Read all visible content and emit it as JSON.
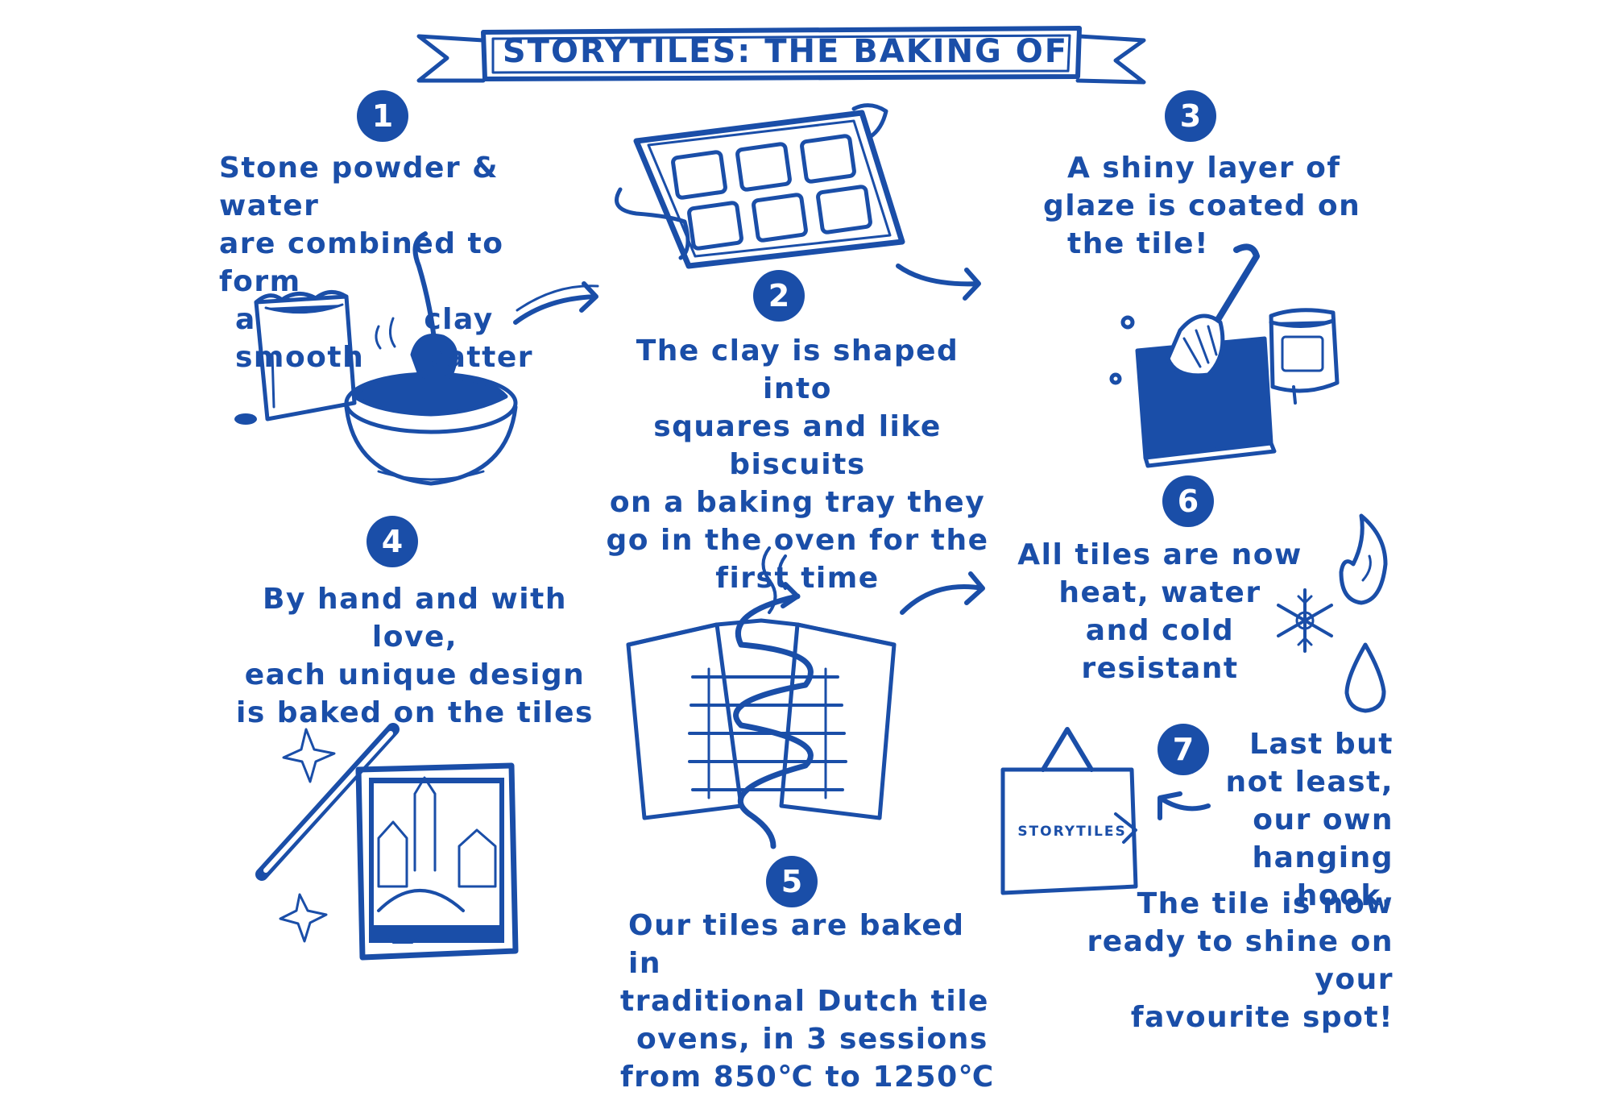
{
  "title": "STORYTILES: THE BAKING OF",
  "colors": {
    "ink": "#1a4ea8",
    "background": "#ffffff"
  },
  "steps": [
    {
      "number": "1",
      "lines": [
        "Stone powder & water",
        "are combined to form",
        "a smooth",
        "clay batter"
      ]
    },
    {
      "number": "2",
      "lines": [
        "The clay is shaped into",
        "squares and like biscuits",
        "on a baking tray they",
        "go in the oven for the",
        "first time"
      ]
    },
    {
      "number": "3",
      "lines": [
        "A shiny layer of",
        "glaze is coated on",
        "the tile!"
      ]
    },
    {
      "number": "4",
      "lines": [
        "By hand and with love,",
        "each unique design",
        "is baked on the tiles"
      ]
    },
    {
      "number": "5",
      "lines": [
        "Our tiles are baked in",
        "traditional Dutch tile",
        "ovens, in 3 sessions",
        "from 850℃ to 1250℃"
      ]
    },
    {
      "number": "6",
      "lines": [
        "All tiles are now",
        "heat, water",
        "and cold",
        "resistant"
      ]
    },
    {
      "number": "7",
      "lines": [
        "Last but",
        "not least,",
        "our own",
        "hanging hook.",
        "The tile is now",
        "ready to shine on your",
        "favourite spot!"
      ]
    }
  ],
  "bag_label": "STORYTILES",
  "icons": [
    "banner-icon",
    "powder-bag-icon",
    "mixing-bowl-icon",
    "spoon-icon",
    "baking-tray-icon",
    "brush-icon",
    "glaze-jar-icon",
    "magic-wand-icon",
    "painted-tile-icon",
    "oven-icon",
    "flame-icon",
    "snowflake-icon",
    "water-drop-icon",
    "gift-bag-icon",
    "arrow-icon"
  ]
}
